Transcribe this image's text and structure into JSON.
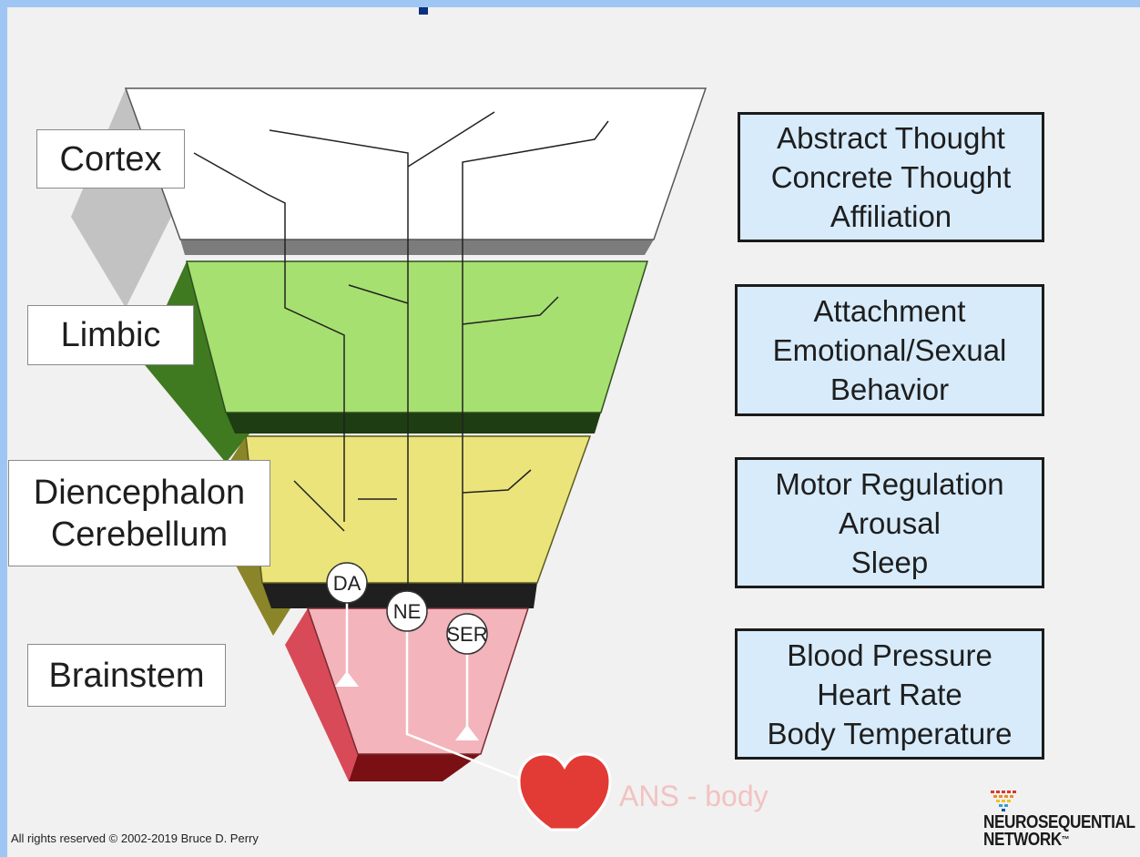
{
  "regions": [
    {
      "label_lines": [
        "Cortex"
      ]
    },
    {
      "label_lines": [
        "Limbic"
      ]
    },
    {
      "label_lines": [
        "Diencephalon",
        "Cerebellum"
      ]
    },
    {
      "label_lines": [
        "Brainstem"
      ]
    }
  ],
  "functions": [
    {
      "lines": [
        "Abstract Thought",
        "Concrete Thought",
        "Affiliation"
      ]
    },
    {
      "lines": [
        "Attachment",
        "Emotional/Sexual",
        "Behavior"
      ]
    },
    {
      "lines": [
        "Motor Regulation",
        "Arousal",
        "Sleep"
      ]
    },
    {
      "lines": [
        "Blood Pressure",
        "Heart Rate",
        "Body Temperature"
      ]
    }
  ],
  "neurotransmitters": [
    "DA",
    "NE",
    "SER"
  ],
  "ans_label": "ANS - body",
  "copyright": "All rights reserved © 2002-2019 Bruce D. Perry",
  "logo": {
    "line1": "NEUROSEQUENTIAL",
    "line2": "NETWORK",
    "mark": "™"
  },
  "colors": {
    "cortex": "#ffffff",
    "limbic": "#a6e070",
    "diencephalon": "#ebe47a",
    "brainstem": "#f3b4bb",
    "function_box": "#d7ebfb",
    "heart": "#e23a34",
    "background": "#f1f1f1"
  },
  "icons": [
    "heart-icon"
  ]
}
